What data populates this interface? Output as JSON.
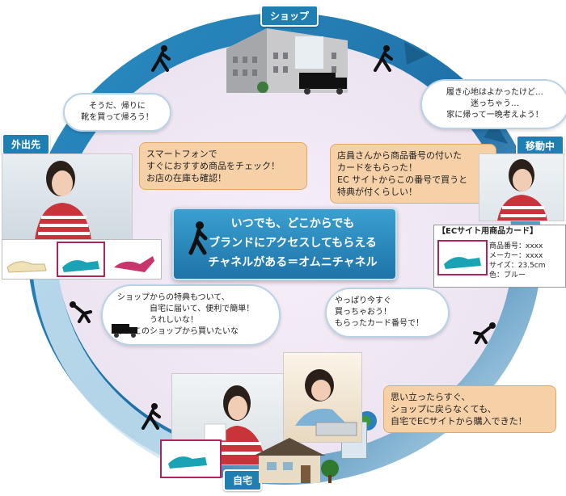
{
  "nodes": {
    "shop": "ショップ",
    "outside": "外出先",
    "moving": "移動中",
    "home": "自宅"
  },
  "center": {
    "line1": "いつでも、どこからでも",
    "line2": "ブランドにアクセスしてもらえる",
    "line3": "チャネルがある＝オムニチャネル"
  },
  "clouds": {
    "outside": [
      "そうだ、帰りに",
      "靴を買って帰ろう！"
    ],
    "shop": [
      "履き心地はよかったけど…",
      "迷っちゃう…",
      "家に帰って一晩考えよう！"
    ],
    "delivery": [
      "ショップからの特典もついて、",
      "自宅に届いて、便利で簡単！",
      "うれしいな！",
      "またこのショップから買いたいな"
    ],
    "buy_now": [
      "やっぱり今すぐ",
      "買っちゃおう！",
      "もらったカード番号で！"
    ]
  },
  "bubbles": {
    "smartphone": [
      "スマートフォンで",
      "すぐにおすすめ商品をチェック！",
      "お店の在庫も確認！"
    ],
    "card": [
      "店員さんから商品番号の付いた",
      "カードをもらった！",
      "EC サイトからこの番号で買うと",
      "特典が付くらしい！"
    ],
    "home_buy": [
      "思い立ったらすぐ、",
      "ショップに戻らなくても、",
      "自宅でECサイトから購入できた！"
    ]
  },
  "card": {
    "title": "【ECサイト用商品カード】",
    "lines": [
      "商品番号：xxxx",
      "メーカー：xxxx",
      "サイズ：23.5cm",
      "色：ブルー"
    ]
  },
  "colors": {
    "ring_dark": "#1e7fb0",
    "ring_light": "#cfe6f3",
    "bubble": "#f6d1a8",
    "center": "#2a8cc0"
  }
}
